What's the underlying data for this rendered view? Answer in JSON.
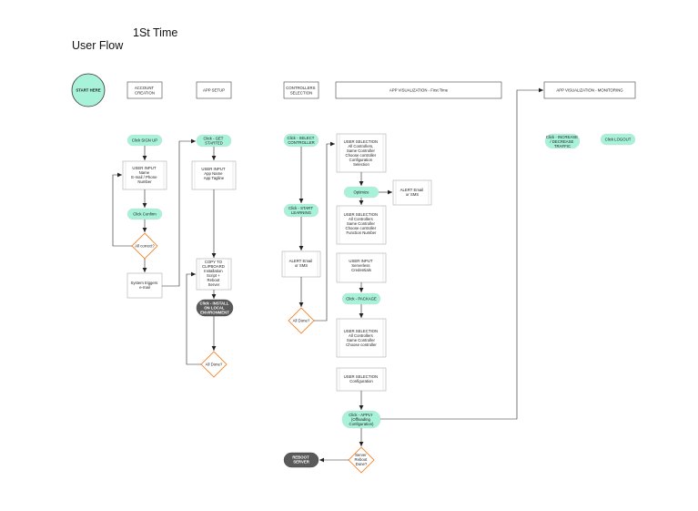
{
  "title_main": "User Flow",
  "title_sub": "1St Time",
  "start": "START HERE",
  "headers": {
    "account": [
      "ACCOUNT",
      "CREATION"
    ],
    "app_setup": [
      "APP SETUP"
    ],
    "controllers": [
      "CONTROLLERS",
      "SELECTION"
    ],
    "app_viz": [
      "APP VISUALIZATION - First Time"
    ],
    "monitoring": [
      "APP VISUALIZATION - MONITORING"
    ]
  },
  "col1": {
    "signup": [
      "Click SIGN UP"
    ],
    "user_input": [
      "USER INPUT",
      "Name",
      "E-mail / Phone",
      "Number"
    ],
    "confirm": [
      "Click Confirm"
    ],
    "all_correct": [
      "All correct?"
    ],
    "system": [
      "System triggers",
      "e-mail"
    ]
  },
  "col2": {
    "get_started": [
      "Click - GET",
      "STARTED"
    ],
    "user_input": [
      "USER INPUT",
      "App Name",
      "App Tagline"
    ],
    "copy": [
      "COPY TO",
      "CLIPBOARD",
      "Installation",
      "Script +",
      "Reboot",
      "Server"
    ],
    "install": [
      "Click - INSTALL",
      "ON LOCAL",
      "ENVIRONMENT"
    ],
    "all_done": [
      "All Done?"
    ]
  },
  "col3": {
    "select": [
      "Click - SELECT",
      "CONTROLLER"
    ],
    "start_learning": [
      "Click - START",
      "LEARNING"
    ],
    "alert": [
      "ALERT Email",
      "or SMS"
    ],
    "all_done": [
      "All Done?"
    ]
  },
  "col4": {
    "sel1": [
      "USER SELECTION",
      "All Controllers,",
      "Same Controller",
      "Choose controller",
      "Configuration",
      "Selection"
    ],
    "optimize": [
      "Optimize"
    ],
    "alert": [
      "ALERT Email",
      "or SMS"
    ],
    "sel2": [
      "USER SELECTION",
      "All Controllers",
      "Same Controller",
      "Choose controller",
      "Function Number"
    ],
    "input": [
      "USER INPUT",
      "Serverless",
      "Credentials"
    ],
    "package": [
      "Click - PACKAGE"
    ],
    "sel3": [
      "USER SELECTION",
      "All Controllers",
      "Same Controller",
      "Choose controller"
    ],
    "sel4": [
      "USER SELECTION",
      "Configuration"
    ],
    "apply": [
      "Click - APPLY",
      "(Offloading",
      "Configuration)"
    ],
    "server_reboot": [
      "Server",
      "Reboot",
      "Done?"
    ],
    "reboot": [
      "REBOOT",
      "SERVER"
    ]
  },
  "monitoring": {
    "increase": [
      "Click - INCREASE",
      "/ DECREASE",
      "TRAFFIC"
    ],
    "logout": [
      "Click LOGOUT"
    ]
  }
}
